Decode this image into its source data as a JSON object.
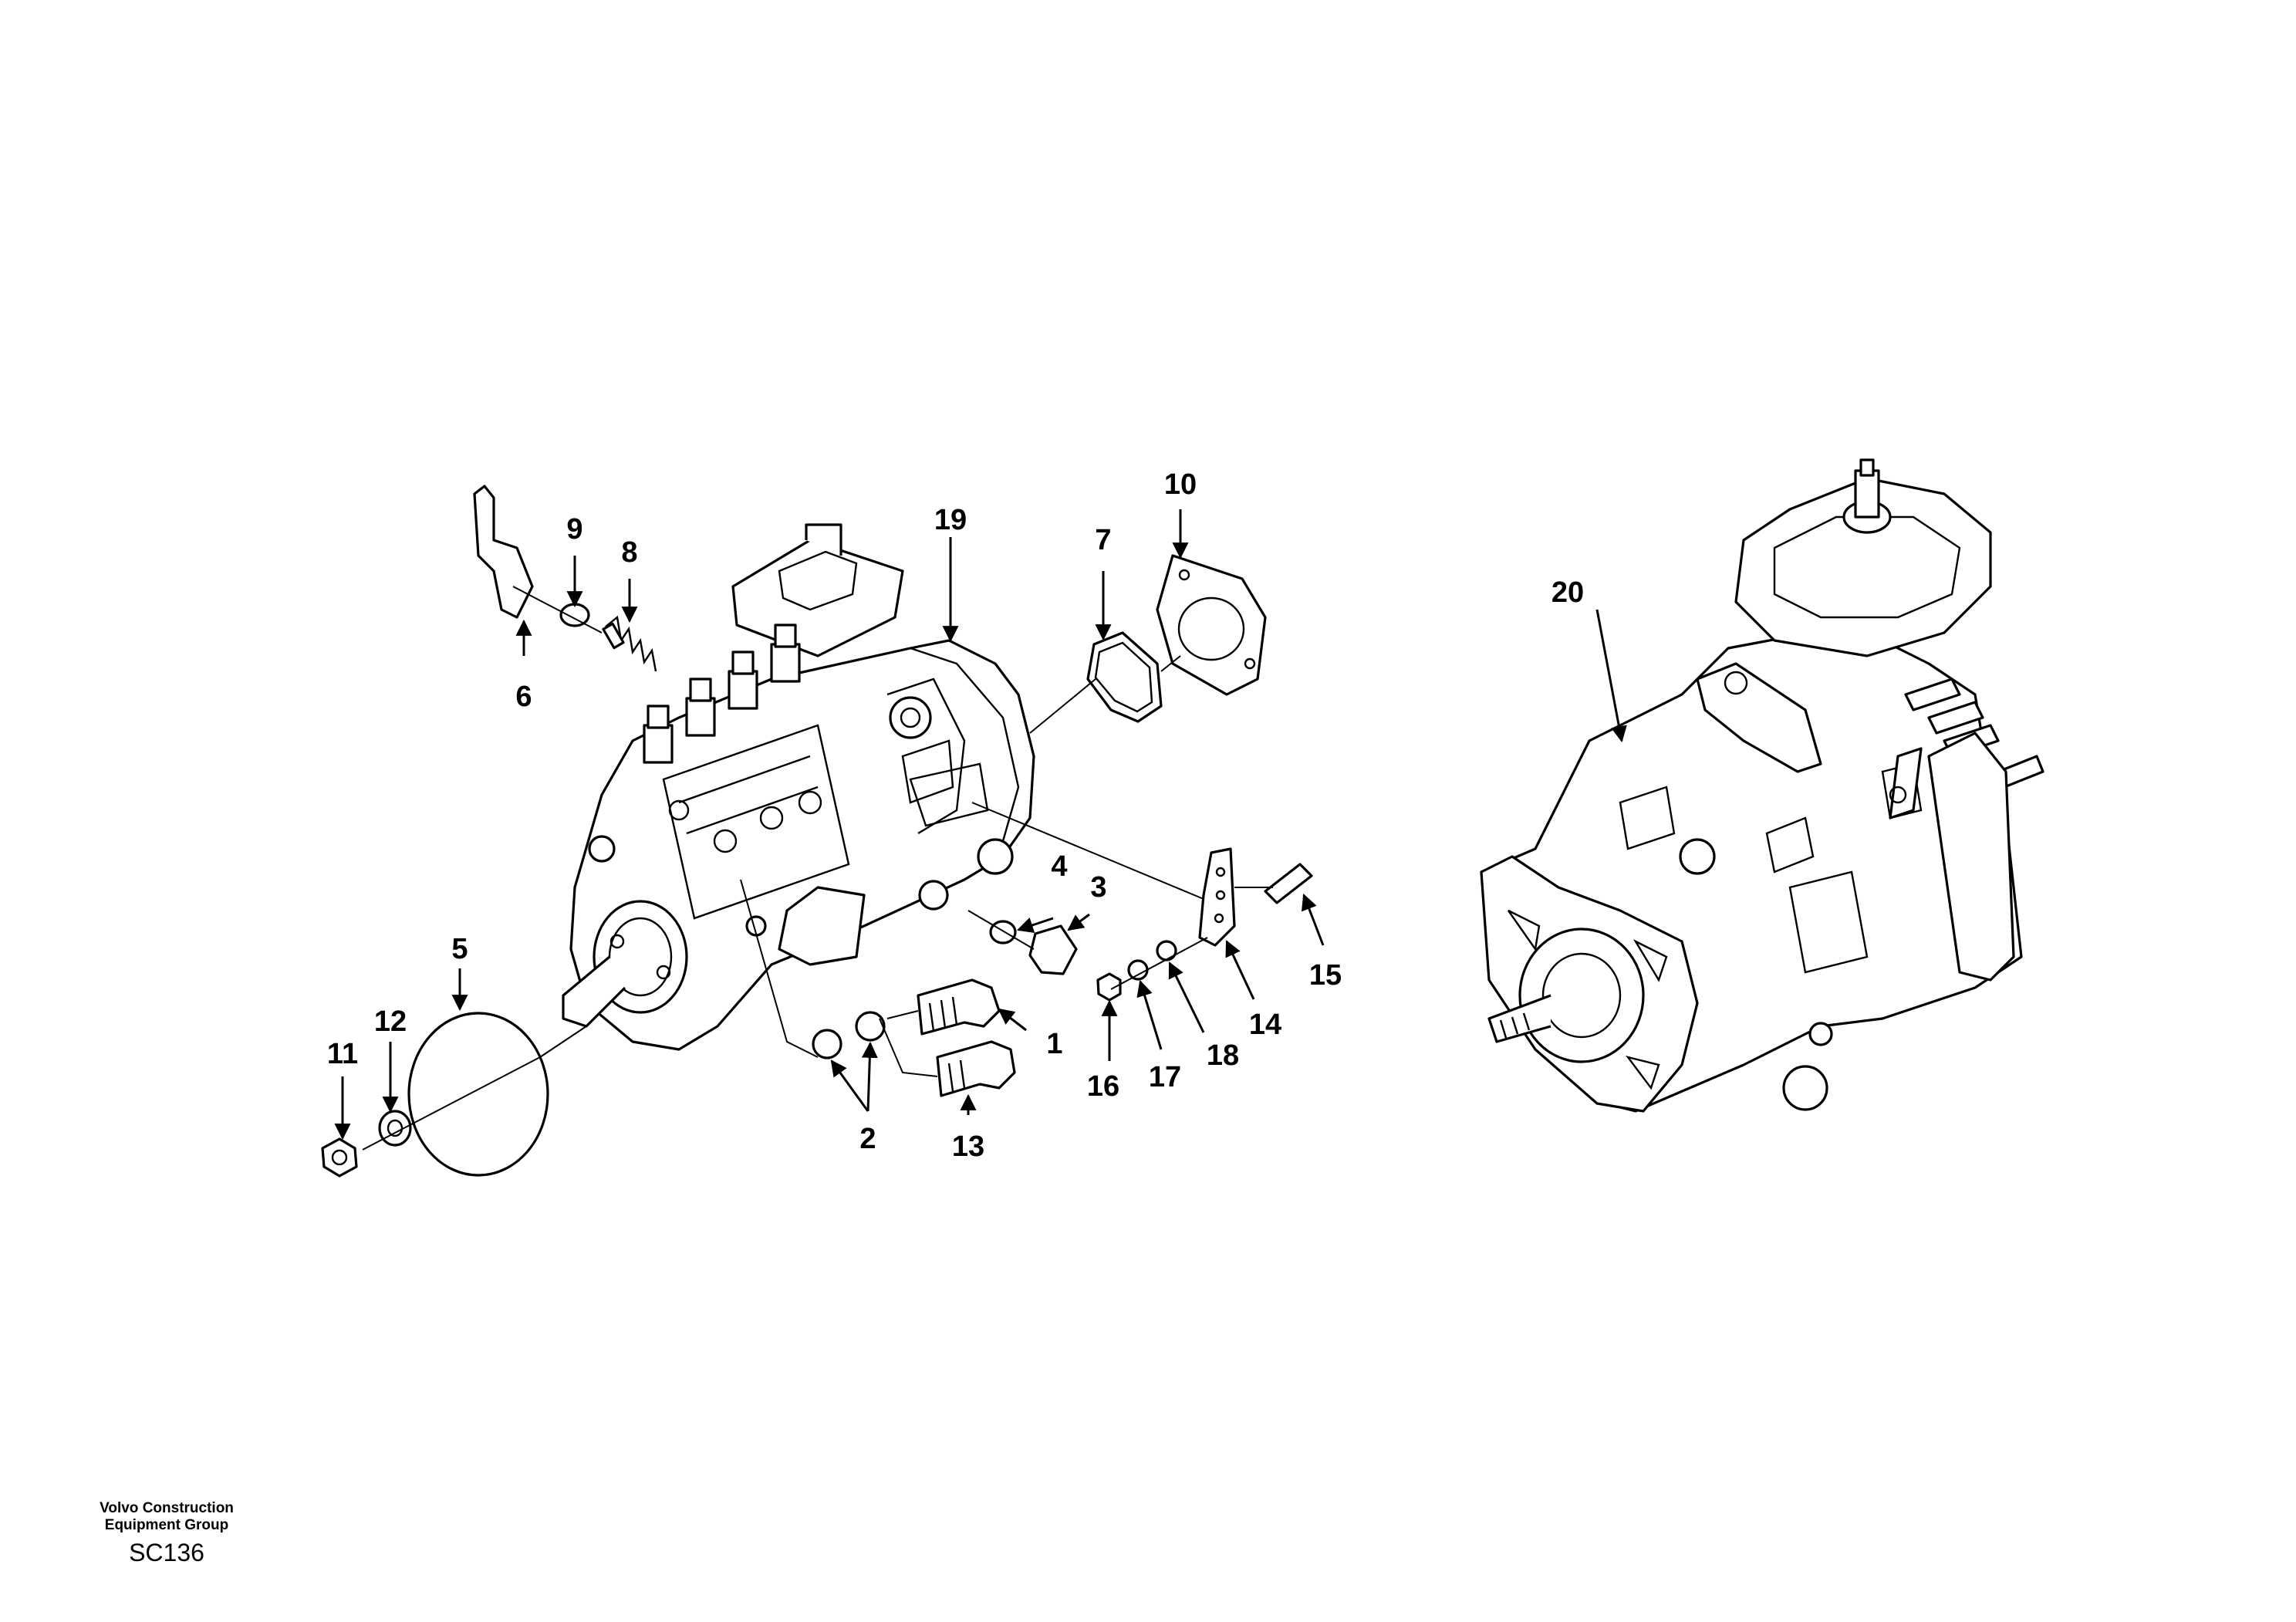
{
  "callouts": {
    "c1": "1",
    "c2": "2",
    "c3": "3",
    "c4": "4",
    "c5": "5",
    "c6": "6",
    "c7": "7",
    "c8": "8",
    "c9": "9",
    "c10": "10",
    "c11": "11",
    "c12": "12",
    "c13": "13",
    "c14": "14",
    "c15": "15",
    "c16": "16",
    "c17": "17",
    "c18": "18",
    "c19": "19",
    "c20": "20"
  },
  "footer": {
    "company": "Volvo Construction\nEquipment Group",
    "code": "SC136"
  }
}
